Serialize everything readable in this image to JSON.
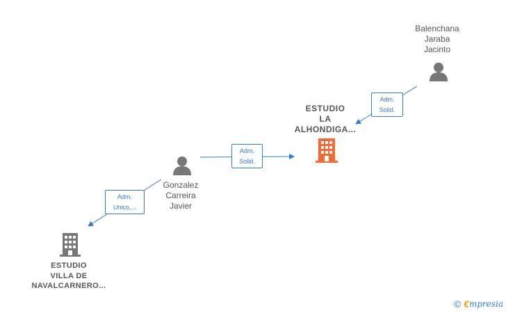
{
  "nodes": {
    "balenchana": {
      "name_lines": [
        "Balenchana",
        "Jaraba",
        "Jacinto"
      ],
      "type": "person"
    },
    "gonzalez": {
      "name_lines": [
        "Gonzalez",
        "Carreira",
        "Javier"
      ],
      "type": "person"
    },
    "alhondiga": {
      "name_lines": [
        "ESTUDIO",
        "LA",
        "ALHONDIGA..."
      ],
      "type": "company",
      "highlighted": true
    },
    "navalcarnero": {
      "name_lines": [
        "ESTUDIO",
        "VILLA DE",
        "NAVALCARNERO..."
      ],
      "type": "company",
      "highlighted": false
    }
  },
  "edges": [
    {
      "from": "balenchana",
      "to": "alhondiga",
      "role_lines": [
        "Adm.",
        "Solid."
      ]
    },
    {
      "from": "gonzalez",
      "to": "alhondiga",
      "role_lines": [
        "Adm.",
        "Solid."
      ]
    },
    {
      "from": "gonzalez",
      "to": "navalcarnero",
      "role_lines": [
        "Adm.",
        "Unico,..."
      ]
    }
  ],
  "colors": {
    "person_icon": "#777777",
    "company_icon": "#777777",
    "highlight_company_icon": "#f26a34",
    "edge": "#2f7bd1",
    "brand_accent": "#f0a202"
  },
  "footer": {
    "copyright_symbol": "©",
    "brand_initial": "€",
    "brand_rest": "mpresia"
  }
}
